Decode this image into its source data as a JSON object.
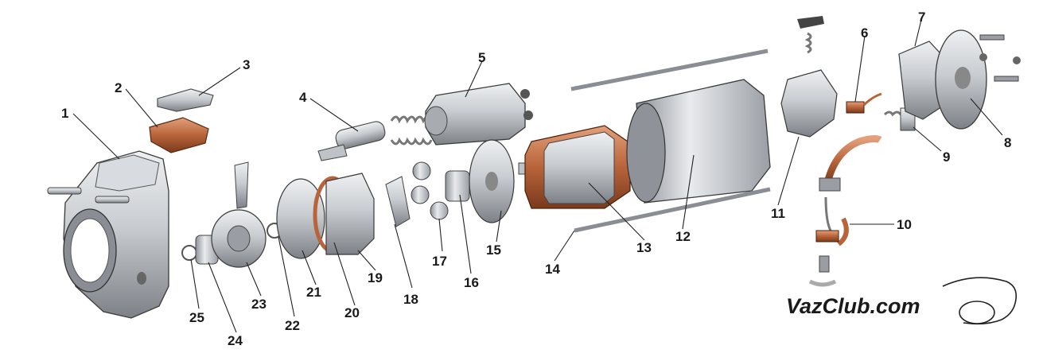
{
  "labels": {
    "l1": "1",
    "l2": "2",
    "l3": "3",
    "l4": "4",
    "l5": "5",
    "l6": "6",
    "l7": "7",
    "l8": "8",
    "l9": "9",
    "l10": "10",
    "l11": "11",
    "l12": "12",
    "l13": "13",
    "l14": "14",
    "l15": "15",
    "l16": "16",
    "l17": "17",
    "l18": "18",
    "l19": "19",
    "l20": "20",
    "l21": "21",
    "l22": "22",
    "l23": "23",
    "l24": "24",
    "l25": "25"
  },
  "watermark": {
    "text": "VazClub.com"
  },
  "colors": {
    "metal": "#c9ccd0",
    "metal_dark": "#8d9197",
    "copper": "#b8643a",
    "outline": "#3a3a3a"
  }
}
